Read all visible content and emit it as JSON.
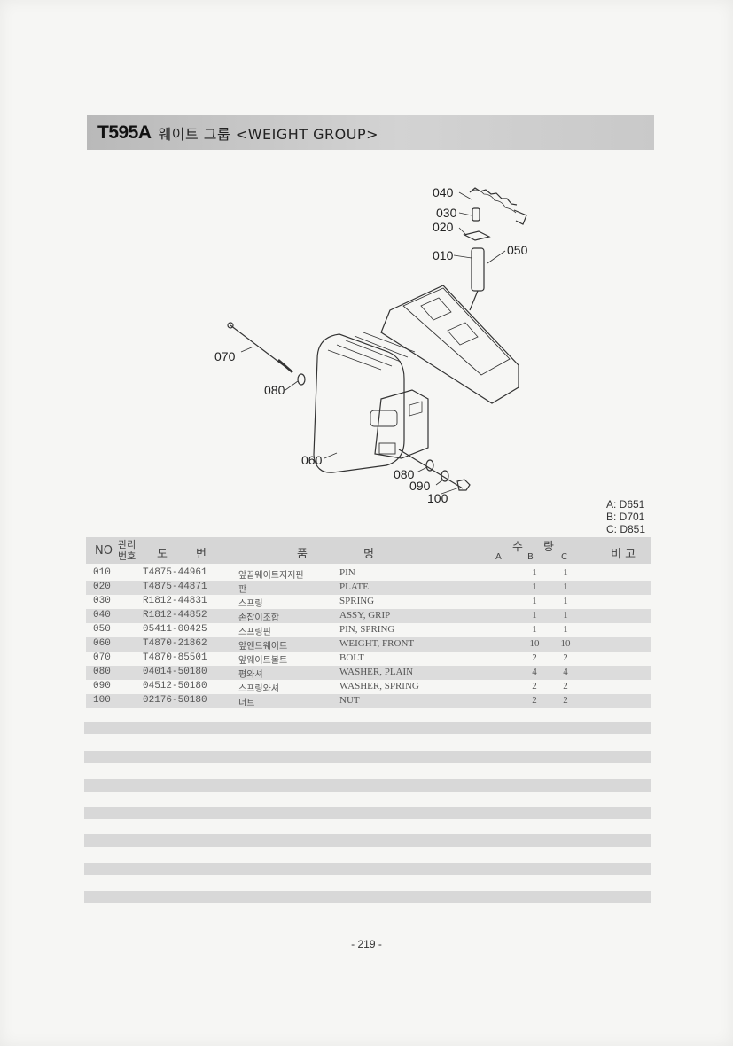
{
  "header": {
    "code": "T595A",
    "title": "웨이트 그룹 <WEIGHT GROUP>"
  },
  "diagram": {
    "callouts": [
      "040",
      "030",
      "020",
      "010",
      "050",
      "070",
      "080",
      "060",
      "080",
      "090",
      "100"
    ]
  },
  "models": [
    "A: D651",
    "B: D701",
    "C: D851"
  ],
  "table": {
    "headers": {
      "no": "NO",
      "mgmt_top": "관리",
      "mgmt_bottom": "번호",
      "part_no_1": "도",
      "part_no_2": "번",
      "name_1": "품",
      "name_2": "명",
      "qty_1": "수",
      "qty_2": "량",
      "qty_a": "A",
      "qty_b": "B",
      "qty_c": "C",
      "remarks": "비 고"
    },
    "rows": [
      {
        "no": "010",
        "part": "T4875-44961",
        "kr": "앞끝웨이트지지핀",
        "en": "PIN",
        "b": "1",
        "c": "1"
      },
      {
        "no": "020",
        "part": "T4875-44871",
        "kr": "판",
        "en": "PLATE",
        "b": "1",
        "c": "1"
      },
      {
        "no": "030",
        "part": "R1812-44831",
        "kr": "스프링",
        "en": "SPRING",
        "b": "1",
        "c": "1"
      },
      {
        "no": "040",
        "part": "R1812-44852",
        "kr": "손잡이조합",
        "en": "ASSY, GRIP",
        "b": "1",
        "c": "1"
      },
      {
        "no": "050",
        "part": "05411-00425",
        "kr": "스프링핀",
        "en": "PIN, SPRING",
        "b": "1",
        "c": "1"
      },
      {
        "no": "060",
        "part": "T4870-21862",
        "kr": "앞엔드웨이트",
        "en": "WEIGHT, FRONT",
        "b": "10",
        "c": "10"
      },
      {
        "no": "070",
        "part": "T4870-85501",
        "kr": "앞웨이트볼트",
        "en": "BOLT",
        "b": "2",
        "c": "2"
      },
      {
        "no": "080",
        "part": "04014-50180",
        "kr": "평와셔",
        "en": "WASHER, PLAIN",
        "b": "4",
        "c": "4"
      },
      {
        "no": "090",
        "part": "04512-50180",
        "kr": "스프링와셔",
        "en": "WASHER, SPRING",
        "b": "2",
        "c": "2"
      },
      {
        "no": "100",
        "part": "02176-50180",
        "kr": "너트",
        "en": "NUT",
        "b": "2",
        "c": "2"
      }
    ]
  },
  "footer": {
    "page": "- 219 -"
  },
  "colors": {
    "title_bar": "#c4c4c4",
    "row_shade": "#dcdcdc",
    "page_bg": "#f6f6f4"
  }
}
